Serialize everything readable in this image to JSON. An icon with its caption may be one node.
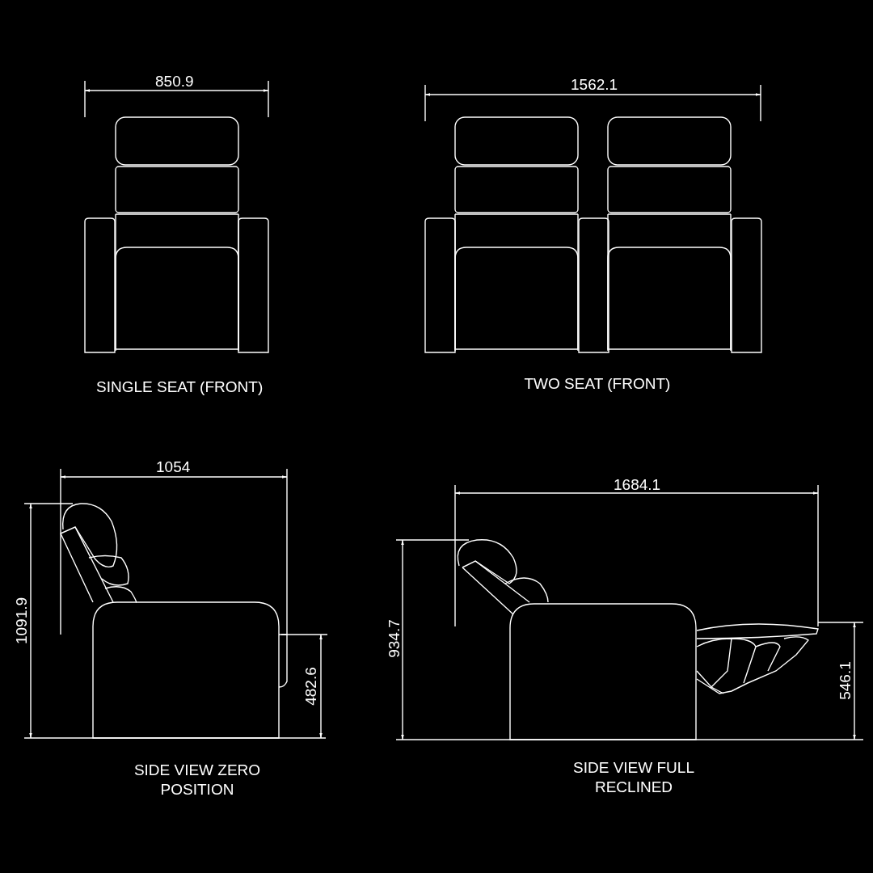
{
  "diagram": {
    "labels": [
      "850.9",
      "1562.1",
      "SINGLE SEAT (FRONT)",
      "TWO SEAT (FRONT)",
      "1054",
      "1684.1",
      "1091.9",
      "934.7",
      "482.6",
      "546.1",
      "SIDE VIEW ZERO POSITION",
      "SIDE VIEW FULL RECLINED"
    ]
  }
}
